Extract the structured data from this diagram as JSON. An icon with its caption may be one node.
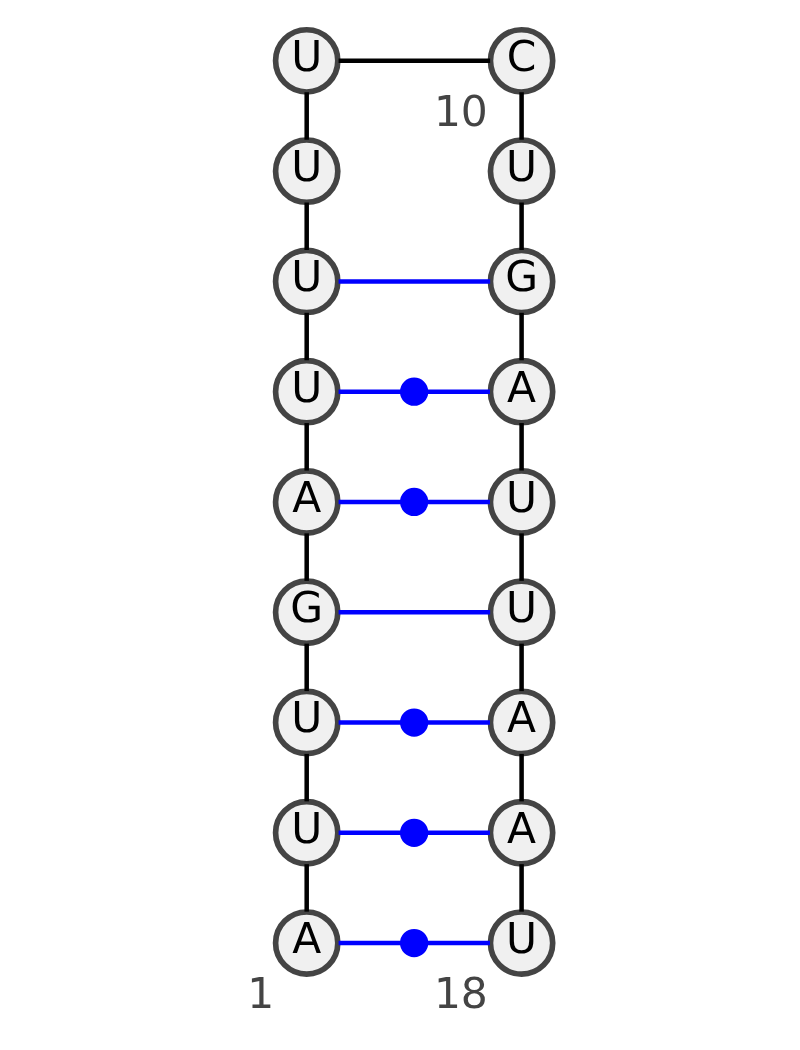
{
  "diagram": {
    "nodes": [
      {
        "text": [
          "A"
        ],
        "beside": [
          "1"
        ]
      },
      {
        "text": [
          "U"
        ]
      },
      {
        "text": [
          "U"
        ]
      },
      {
        "text": [
          "G"
        ]
      },
      {
        "text": [
          "A"
        ]
      },
      {
        "text": [
          "U"
        ]
      },
      {
        "text": [
          "U"
        ]
      },
      {
        "text": [
          "U"
        ]
      },
      {
        "text": [
          "U"
        ]
      },
      {
        "text": [
          "C"
        ],
        "beside": [
          "10"
        ]
      },
      {
        "text": [
          "U"
        ]
      },
      {
        "text": [
          "G"
        ]
      },
      {
        "text": [
          "A"
        ]
      },
      {
        "text": [
          "U"
        ]
      },
      {
        "text": [
          "U"
        ]
      },
      {
        "text": [
          "A"
        ]
      },
      {
        "text": [
          "A"
        ]
      },
      {
        "text": [
          "U"
        ],
        "beside": [
          "18"
        ]
      },
      {
        "text": [],
        "shape": "circle"
      },
      {
        "text": [],
        "shape": "circle"
      },
      {
        "text": [],
        "shape": "circle"
      },
      {
        "text": [],
        "shape": "circle"
      },
      {
        "text": [],
        "shape": "circle"
      }
    ],
    "edges": [
      {
        "from": 0,
        "to": 1,
        "arrow": "none"
      },
      {
        "from": 1,
        "to": 2,
        "arrow": "none"
      },
      {
        "from": 2,
        "to": 3,
        "arrow": "none"
      },
      {
        "from": 3,
        "to": 4,
        "arrow": "none"
      },
      {
        "from": 4,
        "to": 5,
        "arrow": "none"
      },
      {
        "from": 5,
        "to": 6,
        "arrow": "none"
      },
      {
        "from": 6,
        "to": 7,
        "arrow": "none"
      },
      {
        "from": 7,
        "to": 8,
        "arrow": "none"
      },
      {
        "from": 8,
        "to": 9,
        "arrow": "none"
      },
      {
        "from": 9,
        "to": 10,
        "arrow": "none"
      },
      {
        "from": 10,
        "to": 11,
        "arrow": "none"
      },
      {
        "from": 11,
        "to": 12,
        "arrow": "none"
      },
      {
        "from": 12,
        "to": 13,
        "arrow": "none"
      },
      {
        "from": 13,
        "to": 14,
        "arrow": "none"
      },
      {
        "from": 14,
        "to": 15,
        "arrow": "none"
      },
      {
        "from": 15,
        "to": 16,
        "arrow": "none"
      },
      {
        "from": 16,
        "to": 17,
        "arrow": "none"
      },
      {
        "from": 6,
        "to": 11,
        "arrow": "none",
        "color": "#0000ff"
      },
      {
        "from": 5,
        "to": 18,
        "arrow": "none",
        "color": "#0000ff"
      },
      {
        "from": 18,
        "to": 12,
        "arrow": "none",
        "color": "#0000ff"
      },
      {
        "from": 4,
        "to": 19,
        "arrow": "none",
        "color": "#0000ff"
      },
      {
        "from": 19,
        "to": 13,
        "arrow": "none",
        "color": "#0000ff"
      },
      {
        "from": 3,
        "to": 14,
        "arrow": "none",
        "color": "#0000ff"
      },
      {
        "from": 2,
        "to": 20,
        "arrow": "none",
        "color": "#0000ff"
      },
      {
        "from": 20,
        "to": 15,
        "arrow": "none",
        "color": "#0000ff"
      },
      {
        "from": 1,
        "to": 21,
        "arrow": "none",
        "color": "#0000ff"
      },
      {
        "from": 21,
        "to": 16,
        "arrow": "none",
        "color": "#0000ff"
      },
      {
        "from": 0,
        "to": 22,
        "arrow": "none",
        "color": "#0000ff"
      },
      {
        "from": 22,
        "to": 17,
        "arrow": "none",
        "color": "#0000ff"
      }
    ]
  }
}
